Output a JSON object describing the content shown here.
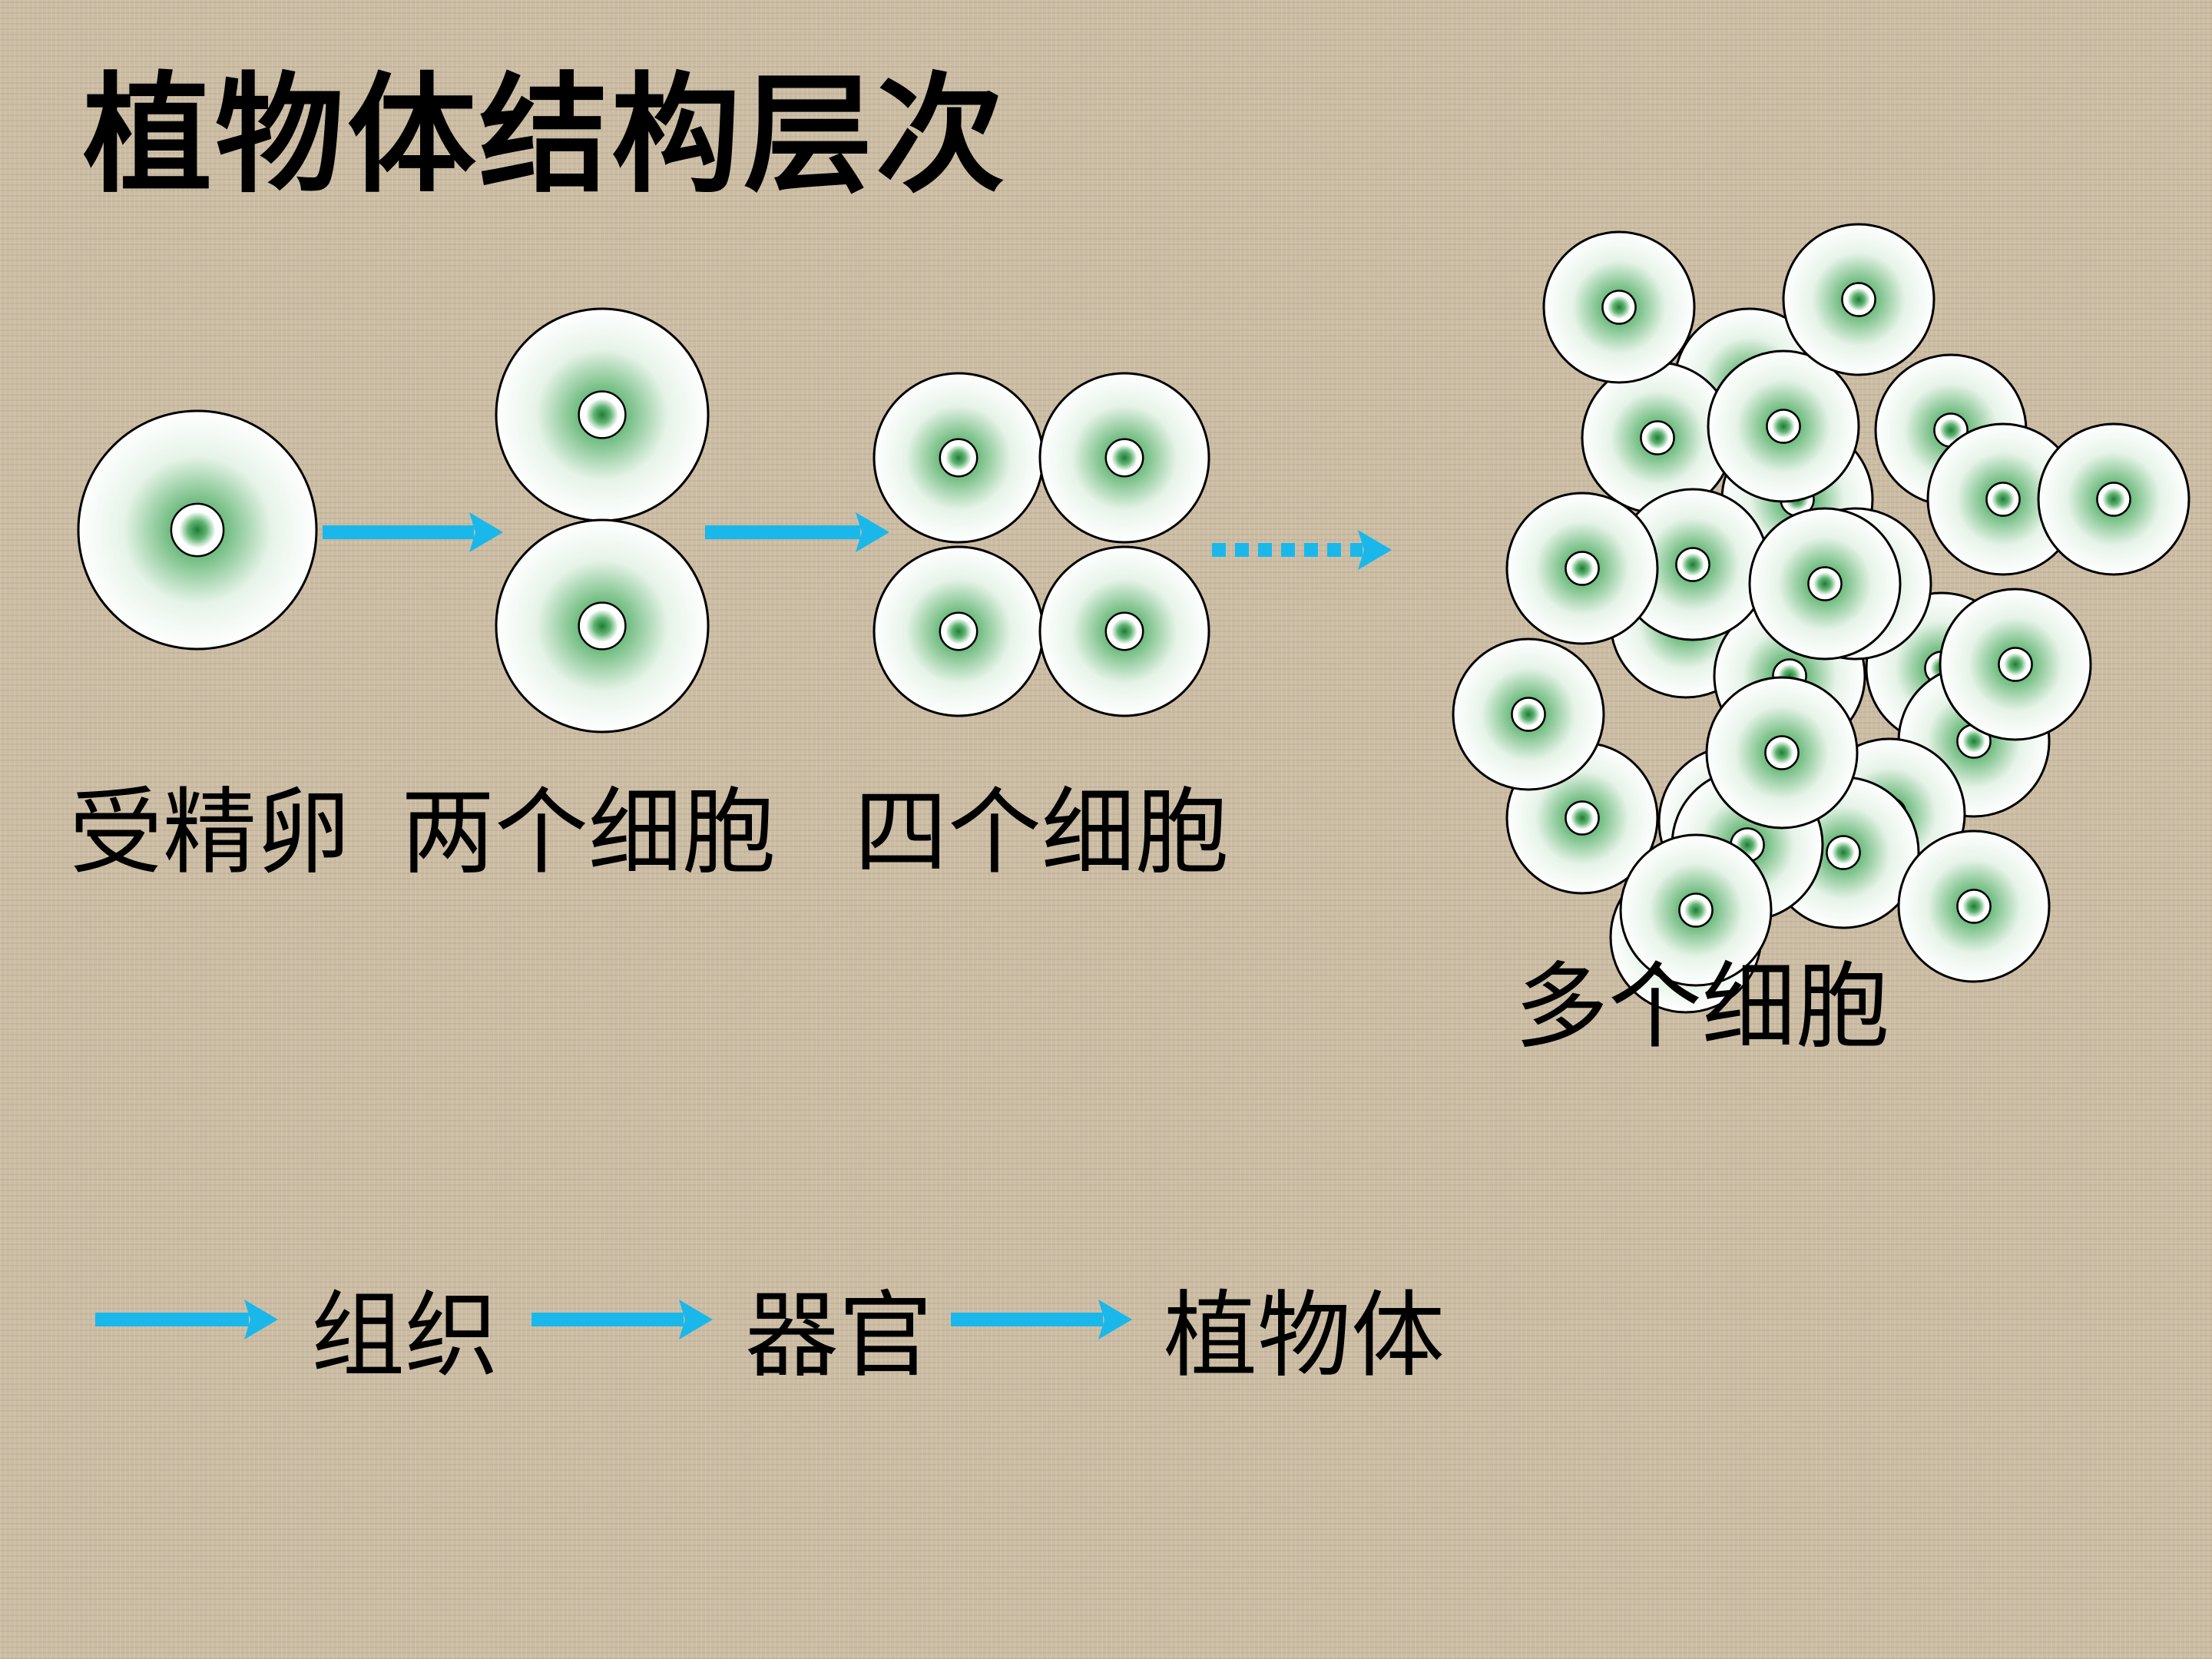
{
  "title": "植物体结构层次",
  "stages": {
    "zygote": "受精卵",
    "two_cells": "两个细胞",
    "four_cells": "四个细胞",
    "many_cells": "多个细胞"
  },
  "hierarchy": {
    "tissue": "组织",
    "organ": "器官",
    "plant": "植物体"
  },
  "colors": {
    "arrow": "#1ab8ea",
    "nucleus_green": "#2e9a46",
    "cell_outline": "#000000"
  }
}
